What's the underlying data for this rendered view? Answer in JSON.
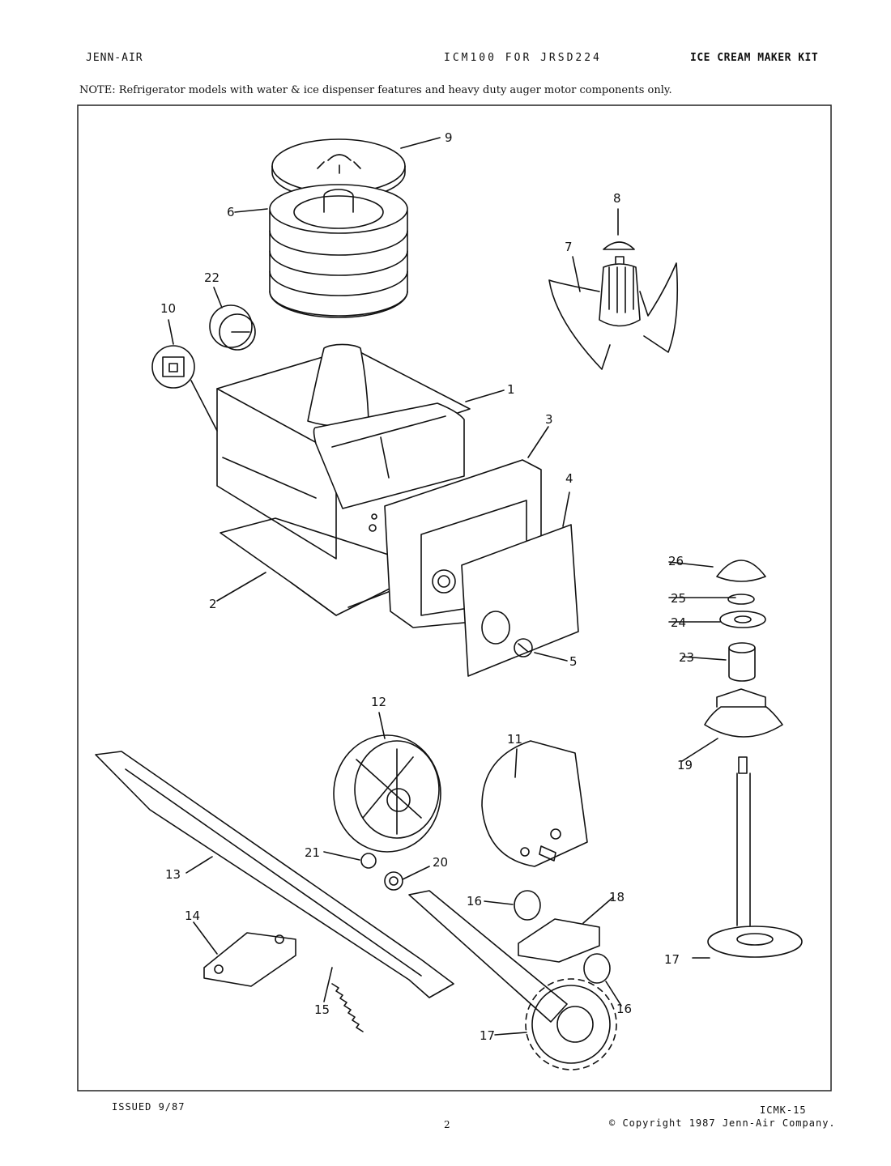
{
  "header": {
    "brand": "JENN-AIR",
    "model": "ICM100 FOR JRSD224",
    "kit_title": "ICE CREAM MAKER KIT"
  },
  "note": "NOTE: Refrigerator models with water & ice dispenser features and heavy duty auger motor components only.",
  "callouts": [
    "1",
    "2",
    "3",
    "4",
    "5",
    "6",
    "7",
    "8",
    "9",
    "10",
    "11",
    "12",
    "13",
    "14",
    "15",
    "16",
    "16",
    "17",
    "17",
    "18",
    "19",
    "20",
    "21",
    "22",
    "23",
    "24",
    "25",
    "26"
  ],
  "footer": {
    "issued": "ISSUED 9/87",
    "doc_id": "ICMK-15",
    "page_number": "2",
    "copyright": "© Copyright 1987 Jenn-Air Company."
  },
  "colors": {
    "ink": "#111111",
    "paper": "#ffffff"
  }
}
